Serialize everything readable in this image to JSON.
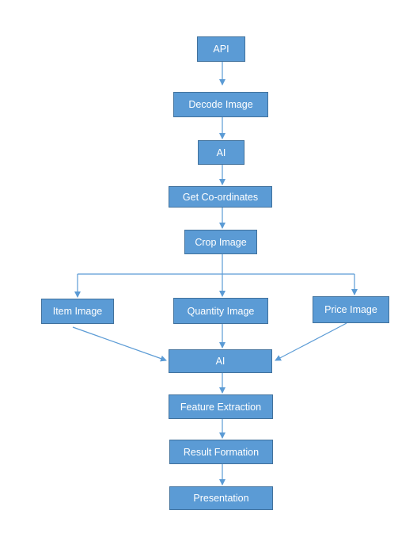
{
  "diagram": {
    "type": "flowchart",
    "colors": {
      "box_fill": "#5b9bd5",
      "box_border": "#41719c",
      "text": "#ffffff",
      "connector": "#5b9bd5"
    },
    "nodes": {
      "api": "API",
      "decode_image": "Decode Image",
      "ai_top": "AI",
      "get_coordinates": "Get Co-ordinates",
      "crop_image": "Crop Image",
      "item_image": "Item Image",
      "quantity_image": "Quantity Image",
      "price_image": "Price Image",
      "ai_merge": "AI",
      "feature_extraction": "Feature Extraction",
      "result_formation": "Result Formation",
      "presentation": "Presentation"
    },
    "edges": [
      [
        "api",
        "decode_image"
      ],
      [
        "decode_image",
        "ai_top"
      ],
      [
        "ai_top",
        "get_coordinates"
      ],
      [
        "get_coordinates",
        "crop_image"
      ],
      [
        "crop_image",
        "item_image"
      ],
      [
        "crop_image",
        "quantity_image"
      ],
      [
        "crop_image",
        "price_image"
      ],
      [
        "item_image",
        "ai_merge"
      ],
      [
        "quantity_image",
        "ai_merge"
      ],
      [
        "price_image",
        "ai_merge"
      ],
      [
        "ai_merge",
        "feature_extraction"
      ],
      [
        "feature_extraction",
        "result_formation"
      ],
      [
        "result_formation",
        "presentation"
      ]
    ]
  }
}
